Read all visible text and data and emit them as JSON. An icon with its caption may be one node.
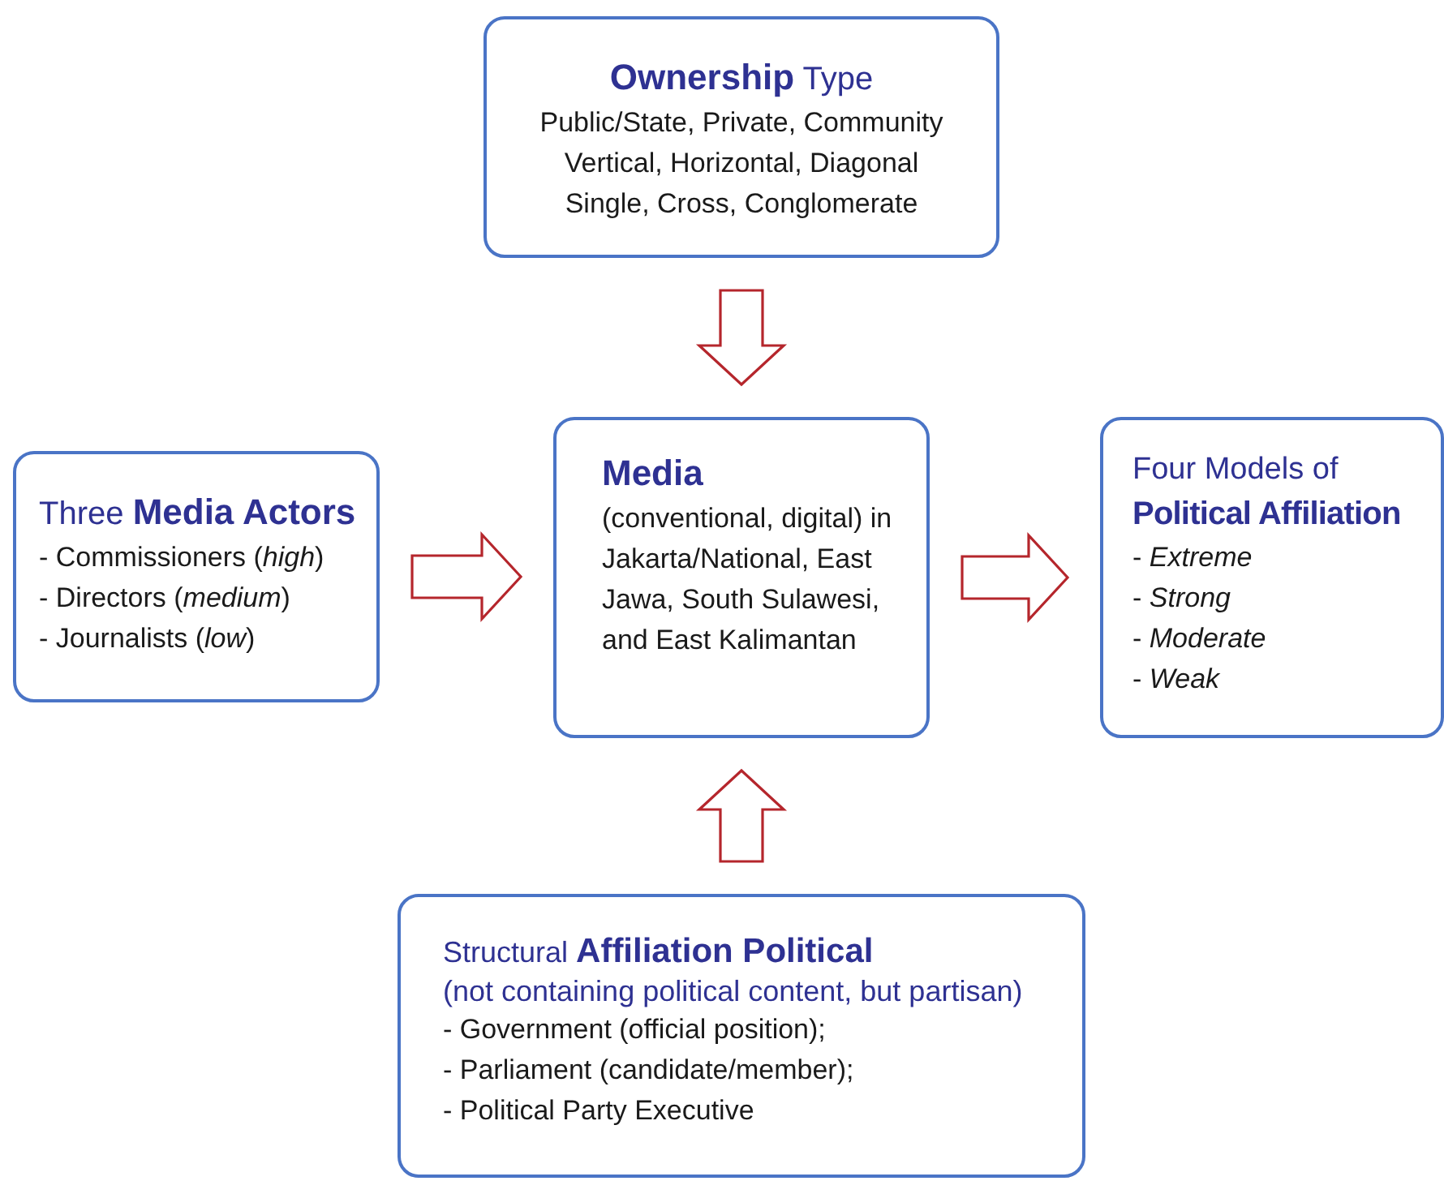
{
  "diagram": {
    "nodes": [
      {
        "text": [
          "**Ownership** Type",
          "Public/State, Private, Community",
          "Vertical, Horizontal, Diagonal",
          "Single, Cross, Conglomerate"
        ]
      },
      {
        "text": [
          "Media",
          "(conventional, digital) in Jakarta/National, East Jawa, South Sulawesi, and East Kalimantan"
        ]
      },
      {
        "text": [
          "Three **Media Actors**",
          "- Commissioners (*high*)",
          "- Directors (*medium*)",
          "- Journalists (*low*)"
        ]
      },
      {
        "text": [
          "Four Models of **Political Affiliation**",
          "- *Extreme*",
          "- *Strong*",
          "- *Moderate*",
          "- *Weak*"
        ]
      },
      {
        "text": [
          "Structural **Affiliation Political**",
          "(not containing political content, but partisan)",
          "- Government (official position);",
          "- Parliament (candidate/member);",
          "- Political Party Executive"
        ]
      }
    ],
    "edges": [
      {
        "from": 0,
        "to": 1,
        "arrow": "to"
      },
      {
        "from": 2,
        "to": 1,
        "arrow": "to"
      },
      {
        "from": 1,
        "to": 3,
        "arrow": "to"
      },
      {
        "from": 4,
        "to": 1,
        "arrow": "to"
      }
    ]
  }
}
